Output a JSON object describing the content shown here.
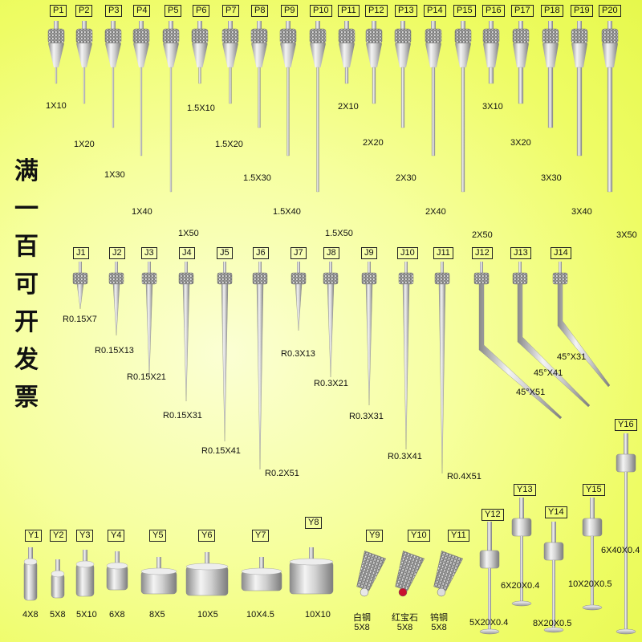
{
  "title_chars": [
    "满",
    "一",
    "百",
    "可",
    "开",
    "发",
    "票"
  ],
  "p_row": [
    {
      "code": "P1",
      "spec": "1X10"
    },
    {
      "code": "P2",
      "spec": "1X20"
    },
    {
      "code": "P3",
      "spec": "1X30"
    },
    {
      "code": "P4",
      "spec": "1X40"
    },
    {
      "code": "P5",
      "spec": "1X50"
    },
    {
      "code": "P6",
      "spec": "1.5X10"
    },
    {
      "code": "P7",
      "spec": "1.5X20"
    },
    {
      "code": "P8",
      "spec": "1.5X30"
    },
    {
      "code": "P9",
      "spec": "1.5X40"
    },
    {
      "code": "P10",
      "spec": "1.5X50"
    },
    {
      "code": "P11",
      "spec": "2X10"
    },
    {
      "code": "P12",
      "spec": "2X20"
    },
    {
      "code": "P13",
      "spec": "2X30"
    },
    {
      "code": "P14",
      "spec": "2X40"
    },
    {
      "code": "P15",
      "spec": "2X50"
    },
    {
      "code": "P16",
      "spec": "3X10"
    },
    {
      "code": "P17",
      "spec": "3X20"
    },
    {
      "code": "P18",
      "spec": "3X30"
    },
    {
      "code": "P19",
      "spec": "3X40"
    },
    {
      "code": "P20",
      "spec": "3X50"
    }
  ],
  "j_row": [
    {
      "code": "J1",
      "spec": "R0.15X7"
    },
    {
      "code": "J2",
      "spec": "R0.15X13"
    },
    {
      "code": "J3",
      "spec": "R0.15X21"
    },
    {
      "code": "J4",
      "spec": "R0.15X31"
    },
    {
      "code": "J5",
      "spec": "R0.15X41"
    },
    {
      "code": "J6",
      "spec": "R0.2X51"
    },
    {
      "code": "J7",
      "spec": "R0.3X13"
    },
    {
      "code": "J8",
      "spec": "R0.3X21"
    },
    {
      "code": "J9",
      "spec": "R0.3X31"
    },
    {
      "code": "J10",
      "spec": "R0.3X41"
    },
    {
      "code": "J11",
      "spec": "R0.4X51"
    },
    {
      "code": "J12",
      "spec": "45°X51"
    },
    {
      "code": "J13",
      "spec": "45°X41"
    },
    {
      "code": "J14",
      "spec": "45°X31"
    }
  ],
  "y_row": [
    {
      "code": "Y1",
      "spec": "4X8"
    },
    {
      "code": "Y2",
      "spec": "5X8"
    },
    {
      "code": "Y3",
      "spec": "5X10"
    },
    {
      "code": "Y4",
      "spec": "6X8"
    },
    {
      "code": "Y5",
      "spec": "8X5"
    },
    {
      "code": "Y6",
      "spec": "10X5"
    },
    {
      "code": "Y7",
      "spec": "10X4.5"
    },
    {
      "code": "Y8",
      "spec": "10X10"
    },
    {
      "code": "Y9",
      "spec": "白钢\n5X8"
    },
    {
      "code": "Y10",
      "spec": "红宝石\n5X8"
    },
    {
      "code": "Y11",
      "spec": "钨钢\n5X8"
    },
    {
      "code": "Y12",
      "spec": "5X20X0.4"
    },
    {
      "code": "Y13",
      "spec": "6X20X0.4"
    },
    {
      "code": "Y14",
      "spec": "8X20X0.5"
    },
    {
      "code": "Y15",
      "spec": "10X20X0.5"
    },
    {
      "code": "Y16",
      "spec": "6X40X0.4"
    }
  ],
  "colors": {
    "background": "#f2fc78",
    "steel_light": "#f4f4f4",
    "steel_mid": "#c8c8c8",
    "steel_dark": "#8a8a8a",
    "ruby": "#c8102e"
  }
}
